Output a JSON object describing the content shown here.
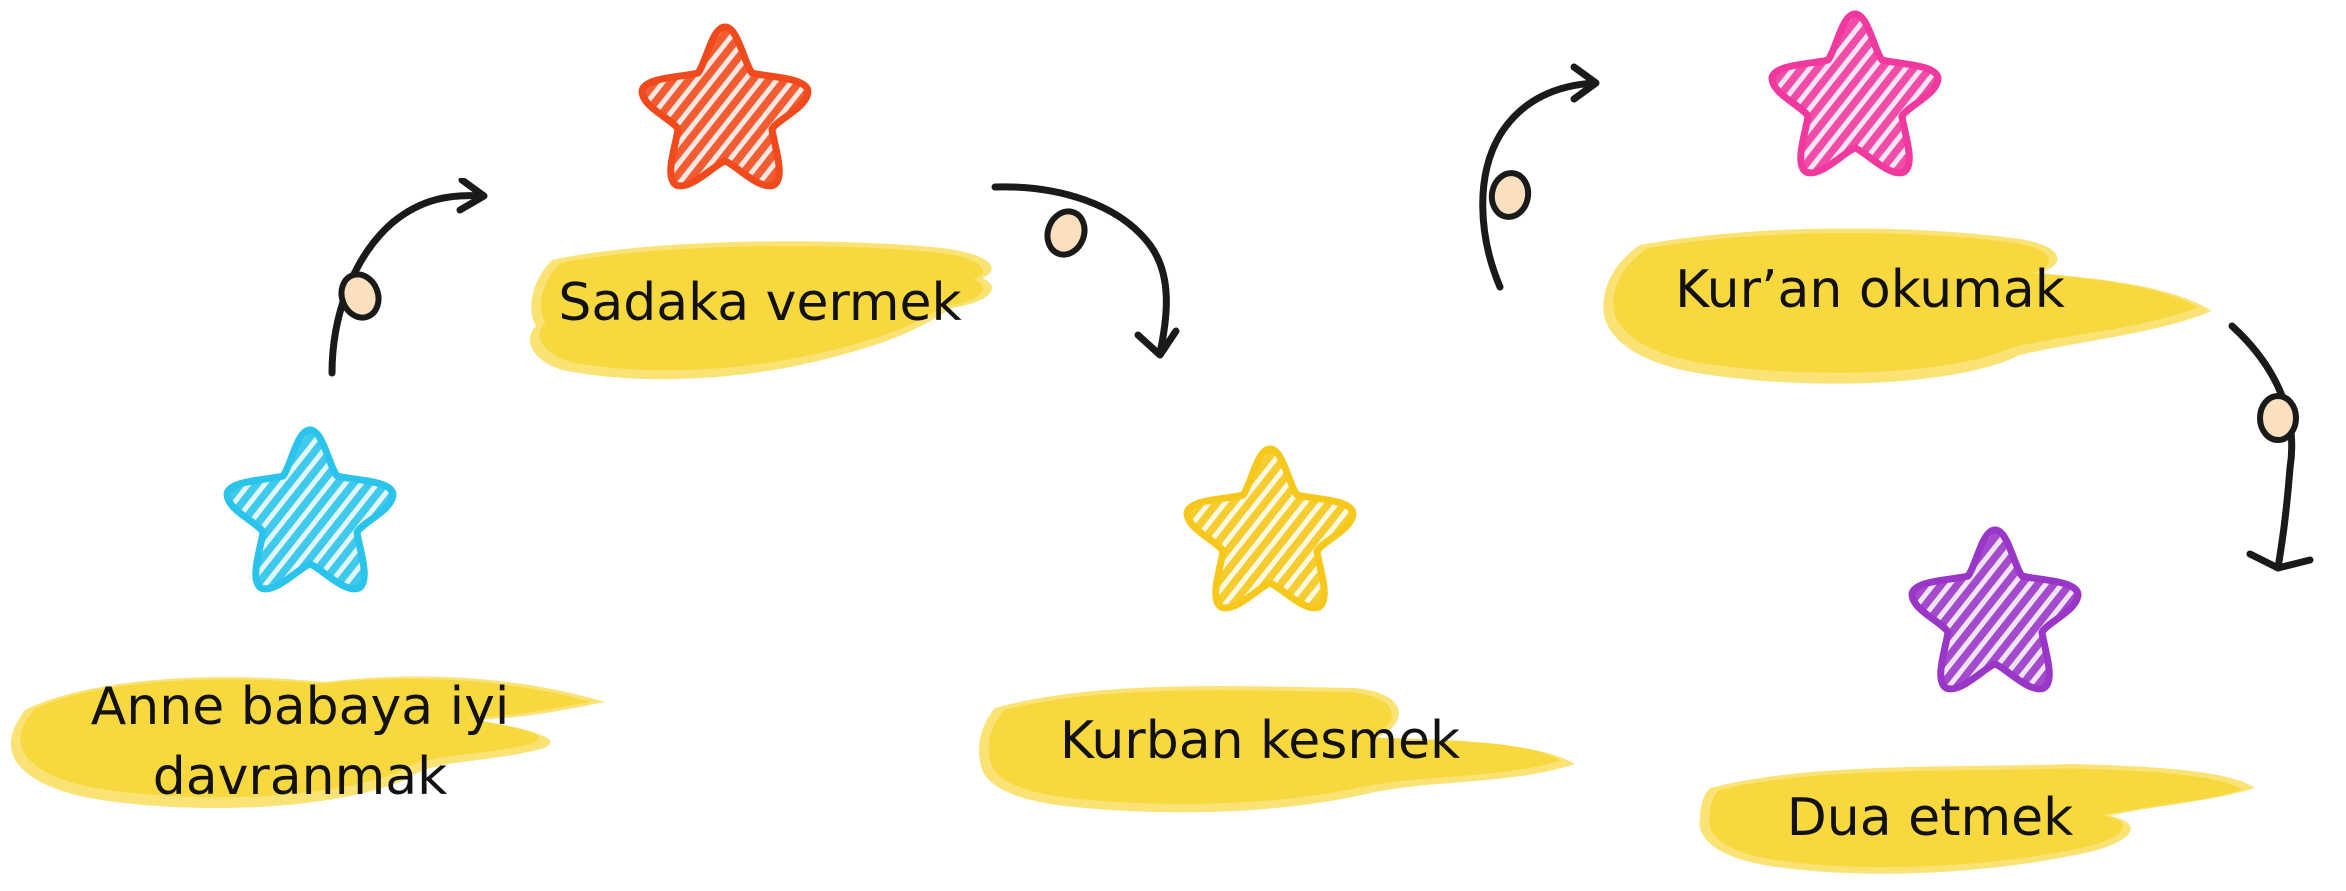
{
  "steps": [
    {
      "label_lines": [
        "Anne babaya iyi",
        "davranmak"
      ],
      "star_color": "#29C3EB",
      "star_icon": "star-icon"
    },
    {
      "label_lines": [
        "Sadaka vermek"
      ],
      "star_color": "#F04A1C",
      "star_icon": "star-icon"
    },
    {
      "label_lines": [
        "Kurban kesmek"
      ],
      "star_color": "#F5C81B",
      "star_icon": "star-icon"
    },
    {
      "label_lines": [
        "Kur’an okumak"
      ],
      "star_color": "#F0399E",
      "star_icon": "star-icon"
    },
    {
      "label_lines": [
        "Dua etmek"
      ],
      "star_color": "#9A36C7",
      "star_icon": "star-icon"
    }
  ],
  "colors": {
    "brush": "#F6D63A",
    "brush_light": "#FAE374",
    "arrow_stroke": "#1A1A1A",
    "loop_fill": "#FBE0BF"
  },
  "connectors": [
    {
      "from": 0,
      "to": 1,
      "icon": "curved-arrow-icon"
    },
    {
      "from": 1,
      "to": 2,
      "icon": "curved-arrow-icon"
    },
    {
      "from": 2,
      "to": 3,
      "icon": "curved-arrow-icon"
    },
    {
      "from": 3,
      "to": 4,
      "icon": "curved-arrow-icon"
    }
  ]
}
